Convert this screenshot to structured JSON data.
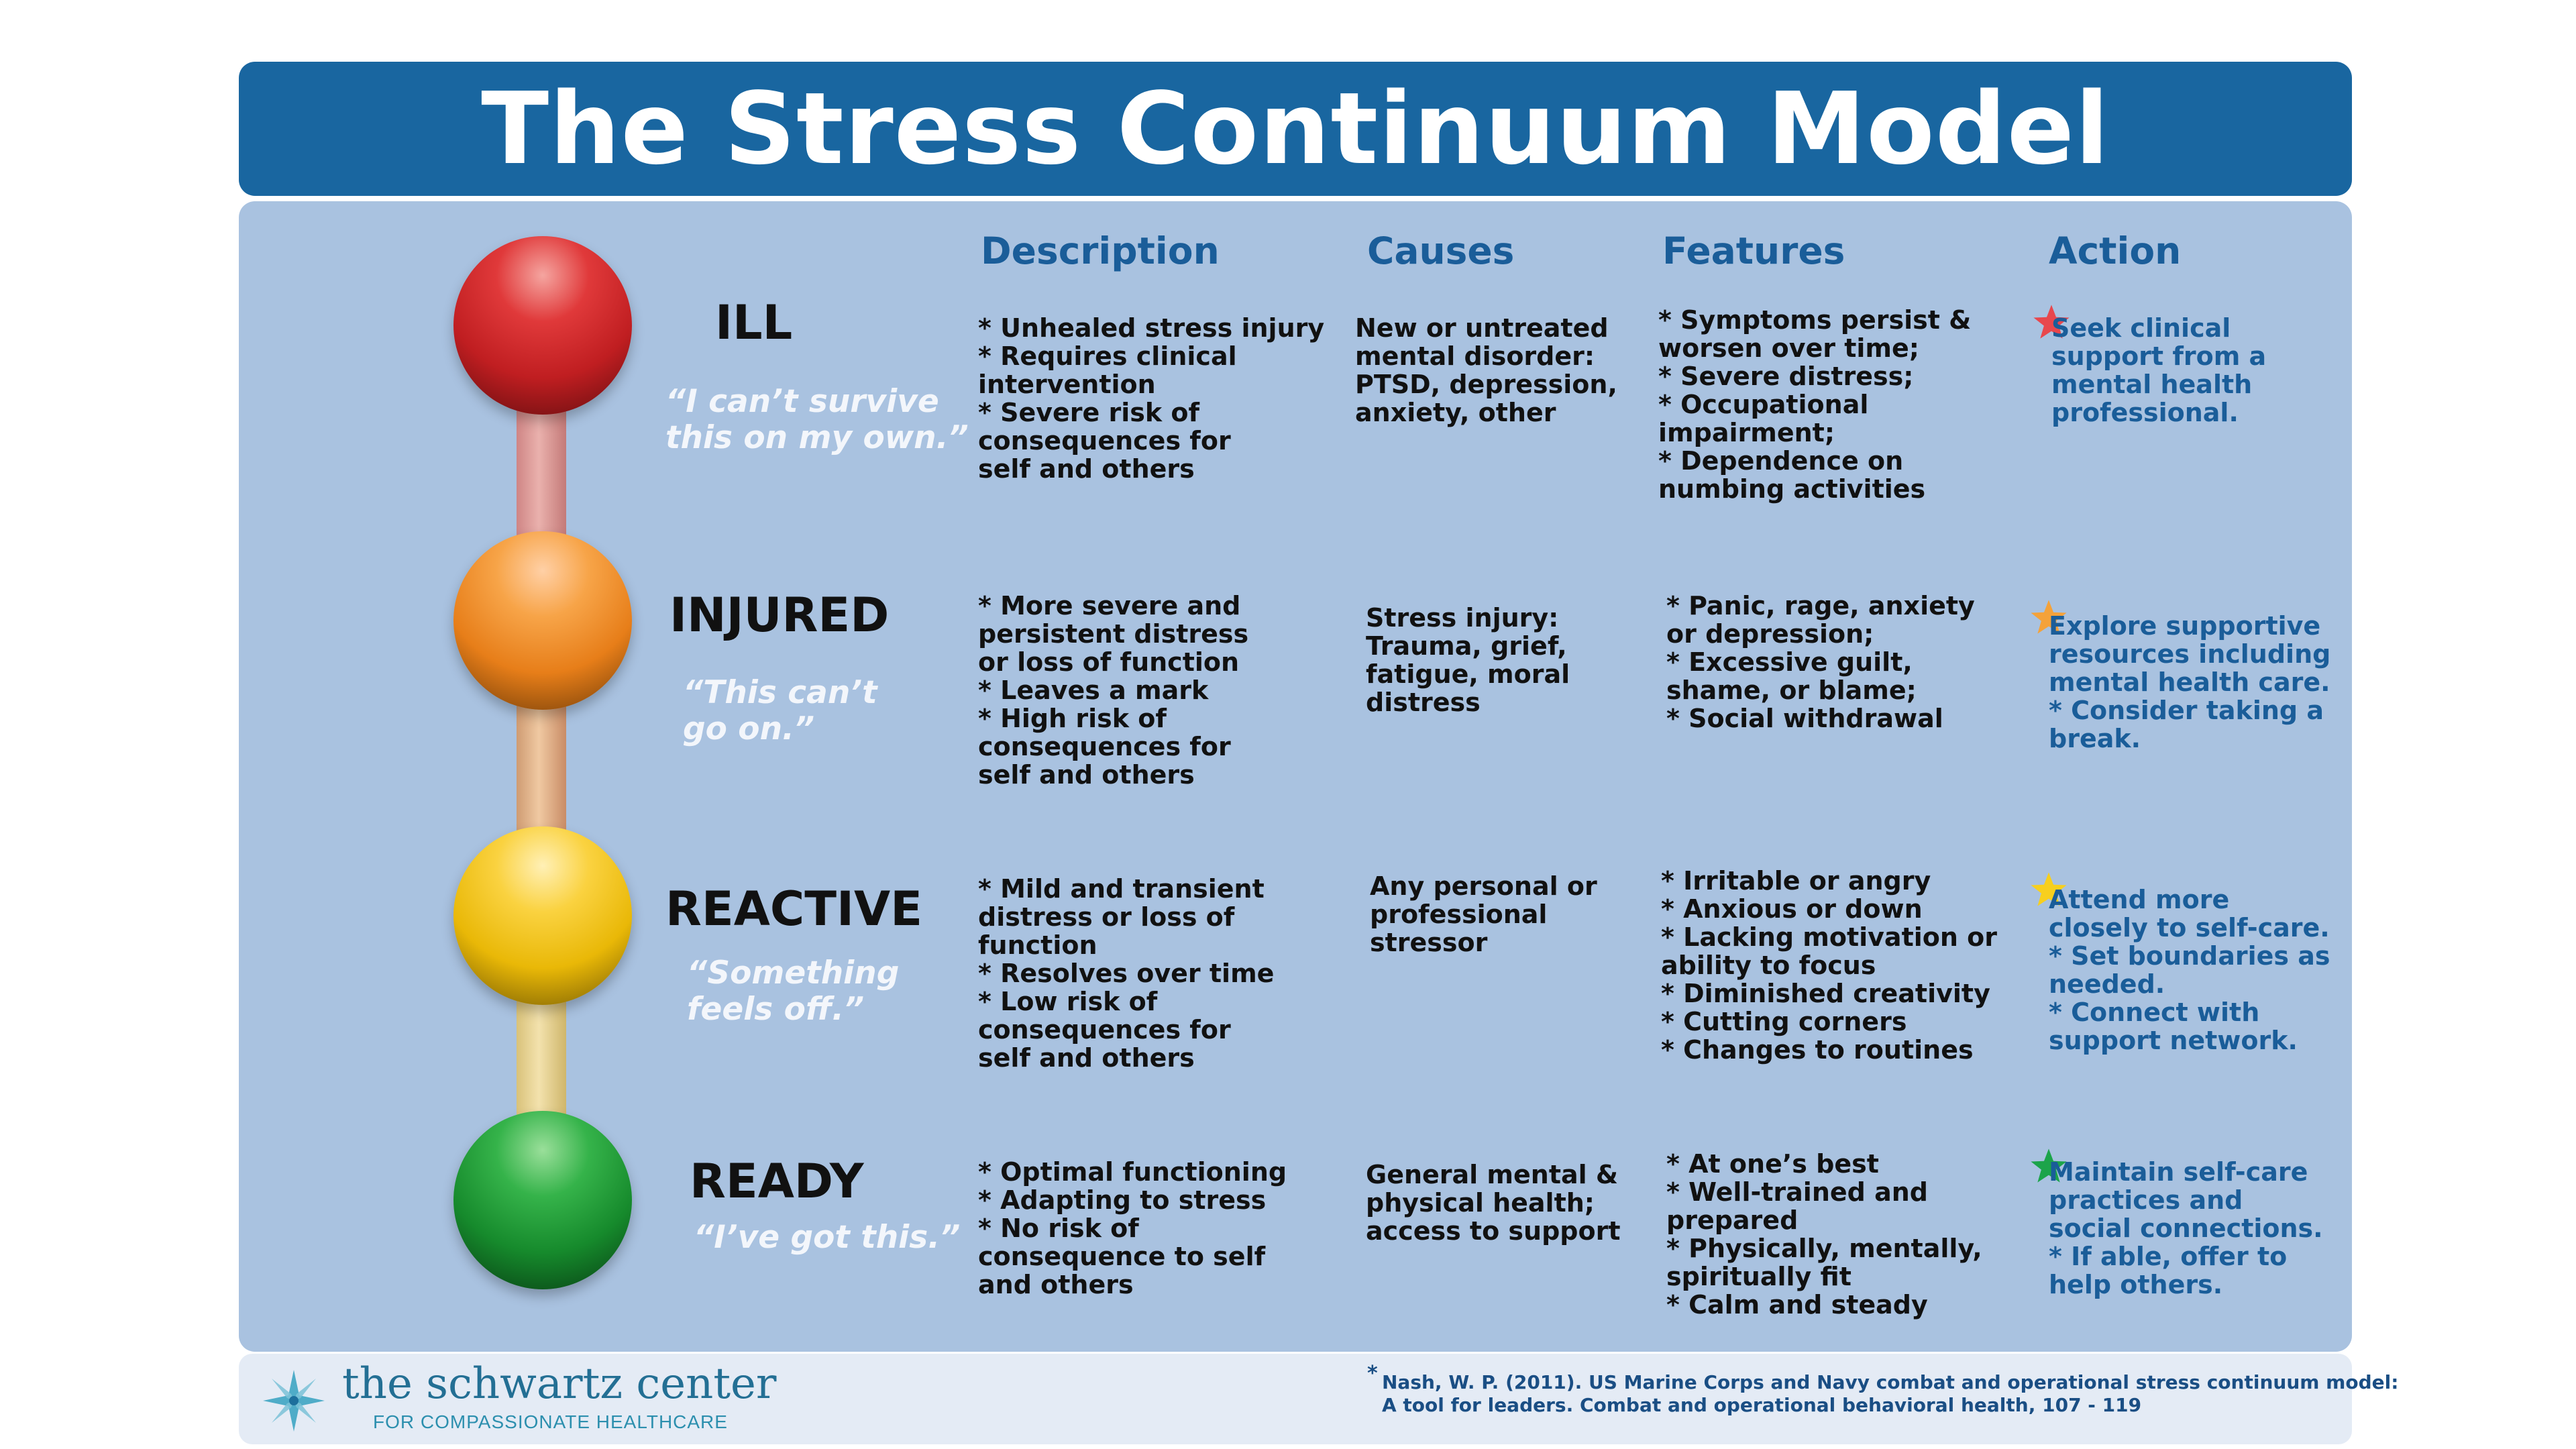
{
  "title": "The Stress Continuum Model",
  "headers": {
    "description": "Description",
    "causes": "Causes",
    "features": "Features",
    "action": "Action"
  },
  "rows": [
    {
      "level": "ILL",
      "quote": "“I can’t survive\nthis on my own.”",
      "description": "* Unhealed stress injury\n* Requires clinical\nintervention\n* Severe risk of\nconsequences for\nself and others",
      "causes": "New or untreated\nmental disorder:\nPTSD, depression,\nanxiety, other",
      "features": "* Symptoms persist &\nworsen over time;\n* Severe distress;\n* Occupational\nimpairment;\n* Dependence on\nnumbing activities",
      "action": "  Seek clinical\nsupport from a\nmental health\nprofessional.",
      "color": "#d42a2a",
      "star_color": "#e8474d"
    },
    {
      "level": "INJURED",
      "quote": "“This can’t\ngo on.”",
      "description": "* More severe and\npersistent distress\nor loss of function\n* Leaves a mark\n* High risk of\nconsequences for\nself and others",
      "causes": "Stress injury:\nTrauma, grief,\nfatigue, moral\ndistress",
      "features": "* Panic, rage, anxiety\nor depression;\n* Excessive guilt,\nshame, or blame;\n* Social withdrawal",
      "action": "  Explore supportive\nresources including\nmental health care.\n* Consider taking a\nbreak.",
      "color": "#f08a1e",
      "star_color": "#f4a23a"
    },
    {
      "level": "REACTIVE",
      "quote": "“Something\nfeels off.”",
      "description": "* Mild and transient\ndistress or loss of\nfunction\n* Resolves over time\n* Low risk of\nconsequences for\nself and others",
      "causes": "Any personal or\nprofessional\nstressor",
      "features": "* Irritable or angry\n* Anxious or down\n* Lacking motivation or\n   ability to focus\n* Diminished creativity\n* Cutting corners\n* Changes to routines",
      "action": "  Attend more\nclosely to self-care.\n* Set boundaries as\nneeded.\n* Connect with\nsupport network.",
      "color": "#f2c312",
      "star_color": "#f7cf1e"
    },
    {
      "level": "READY",
      "quote": "“I’ve got this.”",
      "description": "* Optimal functioning\n* Adapting to stress\n* No risk of\nconsequence to self\nand others",
      "causes": "General mental &\nphysical health;\naccess to support",
      "features": "* At one’s best\n* Well-trained and\nprepared\n* Physically, mentally,\nspiritually fit\n* Calm and steady",
      "action": "  Maintain self-care\npractices and\nsocial connections.\n* If able, offer to\nhelp others.",
      "color": "#1f9a36",
      "star_color": "#1ca44a"
    }
  ],
  "footer": {
    "org_name": "the schwartz center",
    "org_tagline": "FOR COMPASSIONATE HEALTHCARE",
    "ref_marker": "*",
    "reference": "Nash, W. P. (2011). US Marine Corps and Navy combat and operational stress continuum model:\nA tool for leaders. Combat and operational behavioral health, 107 - 119"
  }
}
